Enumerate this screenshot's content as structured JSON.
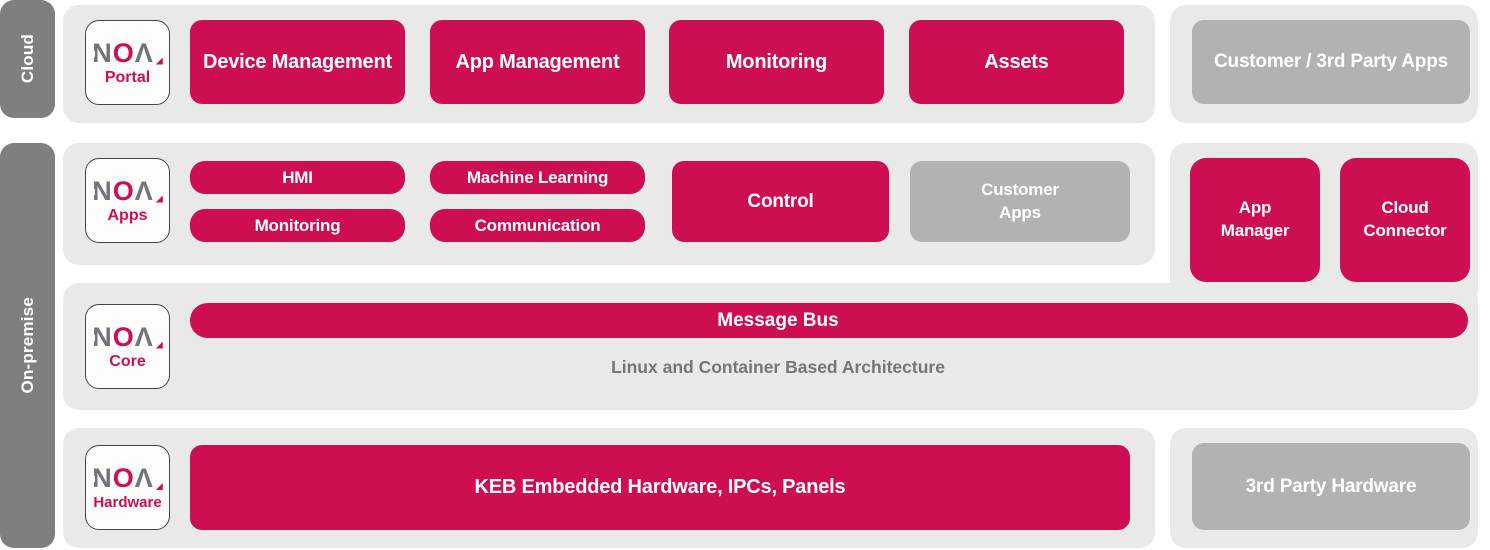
{
  "colors": {
    "accent_pink": "#ce0e52",
    "panel_gray": "#e9e9e7",
    "block_gray": "#b2b2b2",
    "zonebar_gray": "#7e8080",
    "logo_letter_gray": "#717478",
    "subtitle_gray": "#767676"
  },
  "zones": {
    "cloud": "Cloud",
    "on_premise": "On-premise"
  },
  "logo": {
    "n": "N",
    "o": "O",
    "a": "Λ"
  },
  "rows": {
    "portal": {
      "label": "Portal",
      "buttons": [
        "Device Management",
        "App Management",
        "Monitoring",
        "Assets"
      ],
      "external": "Customer / 3rd Party Apps"
    },
    "apps": {
      "label": "Apps",
      "hmi": "HMI",
      "monitoring": "Monitoring",
      "machine_learning": "Machine Learning",
      "communication": "Communication",
      "control": "Control",
      "customer_apps": "Customer Apps",
      "app_manager": "App Manager",
      "cloud_connector": "Cloud Connector"
    },
    "core": {
      "label": "Core",
      "message_bus": "Message Bus",
      "subtitle": "Linux and Container Based Architecture"
    },
    "hardware": {
      "label": "Hardware",
      "main": "KEB Embedded Hardware, IPCs, Panels",
      "external": "3rd Party Hardware"
    }
  }
}
